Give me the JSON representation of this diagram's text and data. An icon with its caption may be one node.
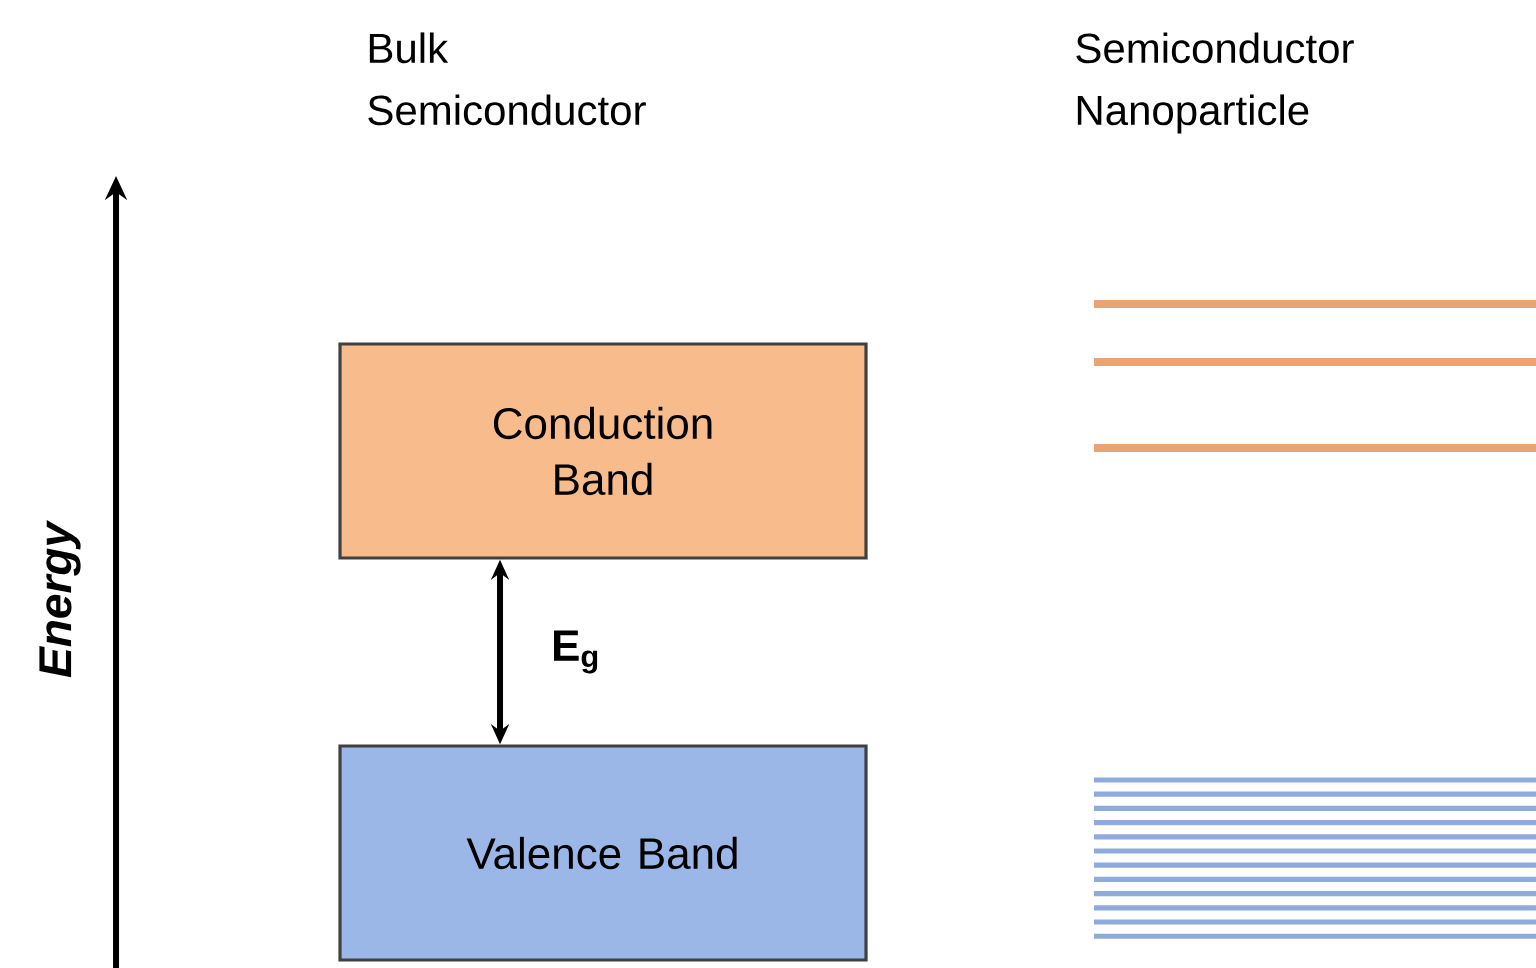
{
  "diagram": {
    "nodes": [
      {
        "text": [
          "Conduction Band"
        ]
      },
      {
        "text": [
          "Valence Band"
        ]
      }
    ],
    "edges": [
      {
        "from": 0,
        "to": 1,
        "arrow": "both",
        "label": "E$_{g}$"
      }
    ],
    "labels": [
      "Bulk Semiconductor",
      "Semiconductor Nanoparticle",
      "Energy"
    ]
  }
}
